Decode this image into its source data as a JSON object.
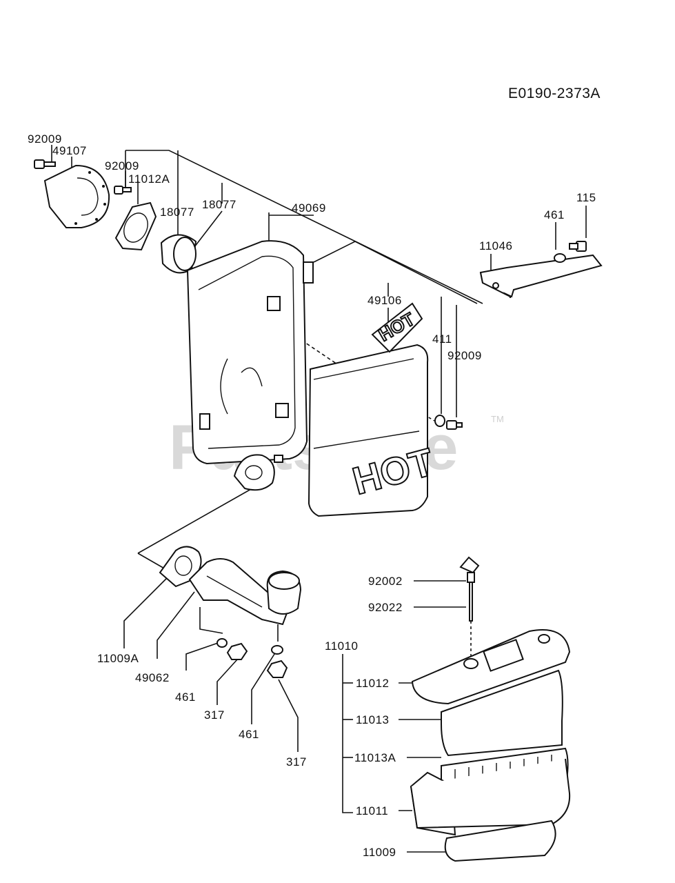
{
  "reference_code": "E0190-2373A",
  "watermark": "PartsTree",
  "watermark_mark": "TM",
  "hot_label": "HOT",
  "part_labels": {
    "p92009_a": "92009",
    "p49107": "49107",
    "p92009_b": "92009",
    "p11012a": "11012A",
    "p18077_a": "18077",
    "p18077_b": "18077",
    "p49069": "49069",
    "p115": "115",
    "p461_a": "461",
    "p11046": "11046",
    "p49106": "49106",
    "p411": "411",
    "p92009_c": "92009",
    "p92002": "92002",
    "p92022": "92022",
    "p11010": "11010",
    "p11009a": "11009A",
    "p49062": "49062",
    "p461_b": "461",
    "p317_a": "317",
    "p461_c": "461",
    "p317_b": "317",
    "p11012": "11012",
    "p11013": "11013",
    "p11013a": "11013A",
    "p11011": "11011",
    "p11009": "11009"
  }
}
